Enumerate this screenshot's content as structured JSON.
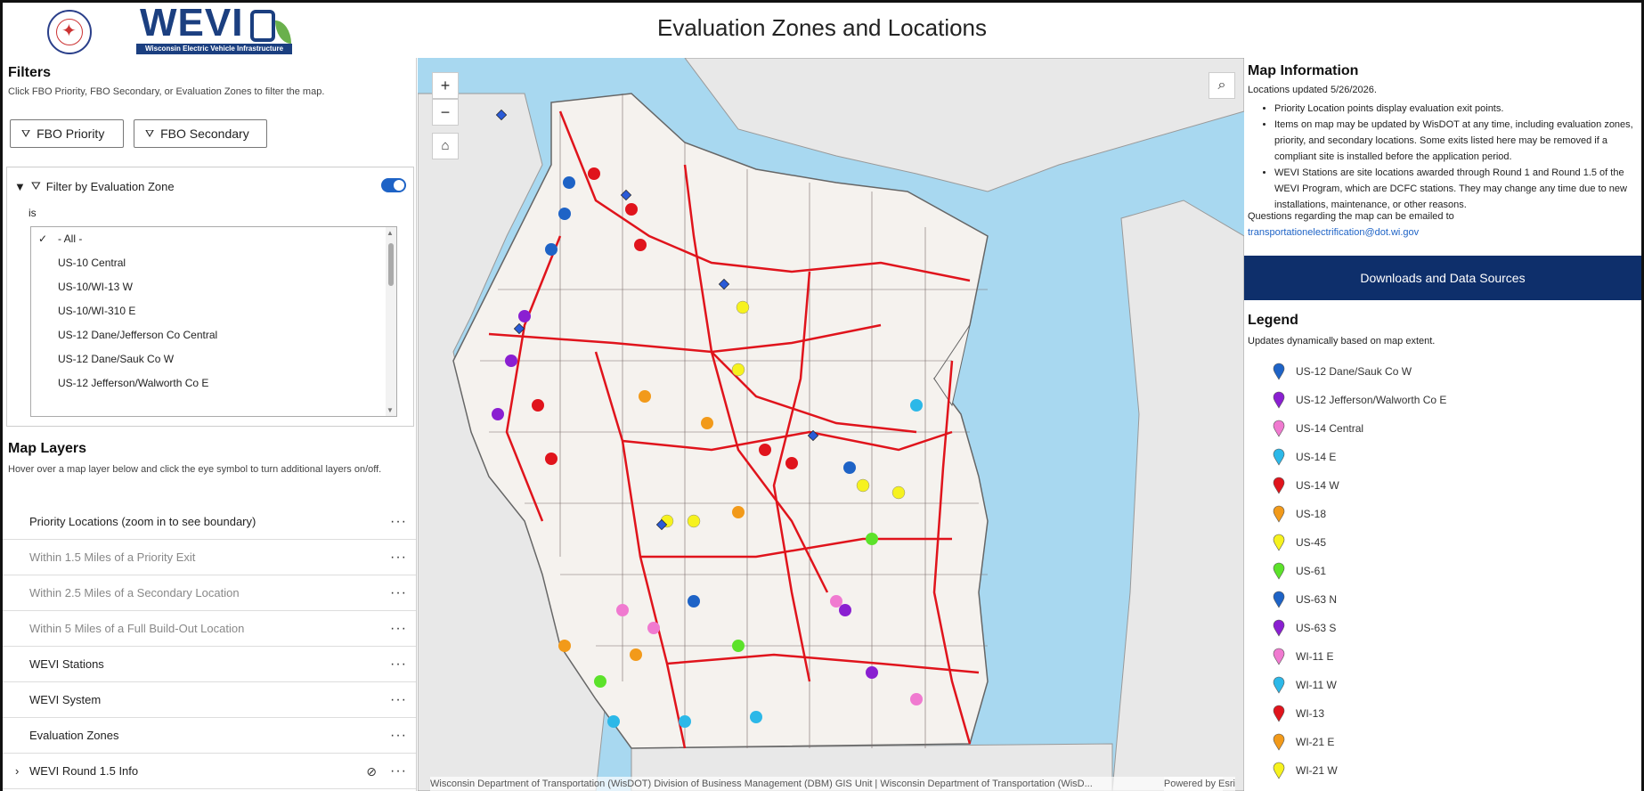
{
  "header": {
    "title": "Evaluation Zones and Locations",
    "logo_wordmark": "WEVI",
    "logo_tagline": "Wisconsin Electric Vehicle Infrastructure"
  },
  "filters": {
    "title": "Filters",
    "subtitle": "Click FBO Priority, FBO Secondary, or Evaluation Zones to filter the map.",
    "fbo_priority": "FBO Priority",
    "fbo_secondary": "FBO Secondary",
    "zone_filter_label": "Filter by Evaluation Zone",
    "zone_operator": "is",
    "zone_options": [
      "- All -",
      "US-10 Central",
      "US-10/WI-13 W",
      "US-10/WI-310 E",
      "US-12 Dane/Jefferson Co Central",
      "US-12 Dane/Sauk Co W",
      "US-12 Jefferson/Walworth Co E"
    ]
  },
  "layers": {
    "title": "Map Layers",
    "subtitle": "Hover over a map layer below and click the eye symbol to turn additional layers on/off.",
    "items": [
      {
        "label": "Priority Locations (zoom in to see boundary)",
        "dim": false
      },
      {
        "label": "Within 1.5 Miles of a Priority Exit",
        "dim": true
      },
      {
        "label": "Within 2.5 Miles of a Secondary Location",
        "dim": true
      },
      {
        "label": "Within 5 Miles of a Full Build-Out Location",
        "dim": true
      },
      {
        "label": "WEVI Stations",
        "dim": false
      },
      {
        "label": "WEVI System",
        "dim": false
      },
      {
        "label": "Evaluation Zones",
        "dim": false
      },
      {
        "label": "WEVI Round 1.5 Info",
        "dim": false
      }
    ]
  },
  "map": {
    "attribution": "Wisconsin Department of Transportation (WisDOT) Division of Business Management (DBM) GIS Unit | Wisconsin Department of Transportation (WisD...",
    "powered_by": "Powered by Esri"
  },
  "info": {
    "title": "Map Information",
    "updated": "Locations updated 5/26/2026.",
    "bullets": [
      "Priority Location points display evaluation exit points.",
      "Items on map may be updated by WisDOT at any time, including evaluation zones, priority, and secondary locations. Some exits listed here may be removed if a compliant site is installed before the application period.",
      "WEVI Stations are site locations awarded through Round 1 and Round 1.5 of the WEVI Program, which are DCFC stations. They may change any time due to new installations, maintenance, or other reasons."
    ],
    "questions": "Questions regarding the map can be emailed to",
    "email": "transportationelectrification@dot.wi.gov",
    "downloads": "Downloads and Data Sources"
  },
  "legend": {
    "title": "Legend",
    "subtitle": "Updates dynamically based on map extent.",
    "items": [
      {
        "label": "US-12 Dane/Sauk Co W",
        "color": "#1e63c6"
      },
      {
        "label": "US-12 Jefferson/Walworth Co E",
        "color": "#8a1fd1"
      },
      {
        "label": "US-14 Central",
        "color": "#f07ad0"
      },
      {
        "label": "US-14 E",
        "color": "#2cb8e8"
      },
      {
        "label": "US-14 W",
        "color": "#e0141c"
      },
      {
        "label": "US-18",
        "color": "#f29a1a"
      },
      {
        "label": "US-45",
        "color": "#f6f21e"
      },
      {
        "label": "US-61",
        "color": "#5ce22a"
      },
      {
        "label": "US-63 N",
        "color": "#1e63c6"
      },
      {
        "label": "US-63 S",
        "color": "#8a1fd1"
      },
      {
        "label": "WI-11 E",
        "color": "#f07ad0"
      },
      {
        "label": "WI-11 W",
        "color": "#2cb8e8"
      },
      {
        "label": "WI-13",
        "color": "#e0141c"
      },
      {
        "label": "WI-21 E",
        "color": "#f29a1a"
      },
      {
        "label": "WI-21 W",
        "color": "#f6f21e"
      }
    ]
  }
}
